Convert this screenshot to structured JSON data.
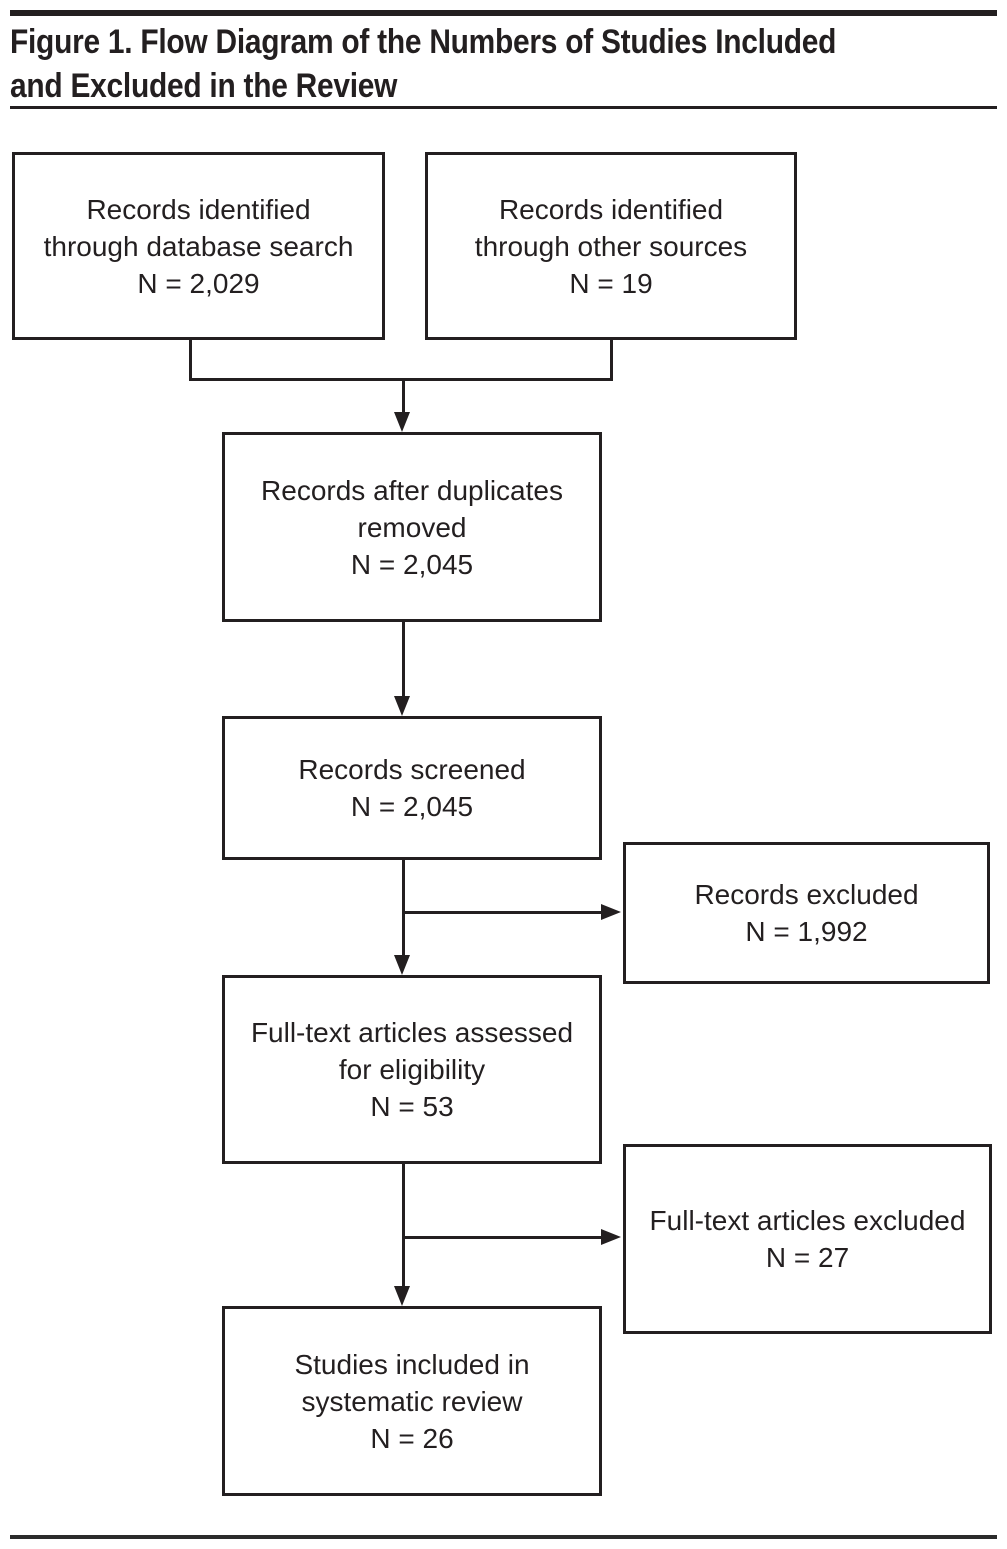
{
  "figure": {
    "title_line1": "Figure 1. Flow Diagram of the Numbers of Studies Included",
    "title_line2": "and Excluded in the Review"
  },
  "boxes": {
    "identified_database": {
      "line1": "Records identified",
      "line2": "through database search",
      "line3": "N = 2,029"
    },
    "identified_other": {
      "line1": "Records identified",
      "line2": "through other sources",
      "line3": "N = 19"
    },
    "duplicates_removed": {
      "line1": "Records after duplicates",
      "line2": "removed",
      "line3": "N = 2,045"
    },
    "records_screened": {
      "line1": "Records screened",
      "line2": "N = 2,045"
    },
    "records_excluded": {
      "line1": "Records excluded",
      "line2": "N = 1,992"
    },
    "fulltext_assessed": {
      "line1": "Full-text articles assessed",
      "line2": "for eligibility",
      "line3": "N = 53"
    },
    "fulltext_excluded": {
      "line1": "Full-text articles excluded",
      "line2": "N = 27"
    },
    "studies_included": {
      "line1": "Studies included in",
      "line2": "systematic review",
      "line3": "N = 26"
    }
  },
  "colors": {
    "ink": "#231f20",
    "background": "#ffffff"
  }
}
